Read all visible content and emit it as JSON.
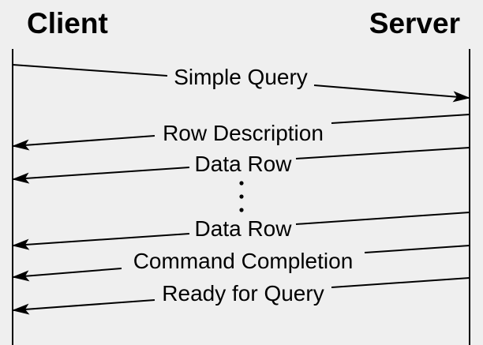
{
  "participants": {
    "client": "Client",
    "server": "Server"
  },
  "messages": [
    {
      "label": "Simple Query",
      "from": "client",
      "to": "server"
    },
    {
      "label": "Row Description",
      "from": "server",
      "to": "client"
    },
    {
      "label": "Data Row",
      "from": "server",
      "to": "client"
    },
    {
      "label": "Data Row",
      "from": "server",
      "to": "client"
    },
    {
      "label": "Command Completion",
      "from": "server",
      "to": "client"
    },
    {
      "label": "Ready for Query",
      "from": "server",
      "to": "client"
    }
  ],
  "colors": {
    "background": "#efefef",
    "line": "#000000"
  }
}
